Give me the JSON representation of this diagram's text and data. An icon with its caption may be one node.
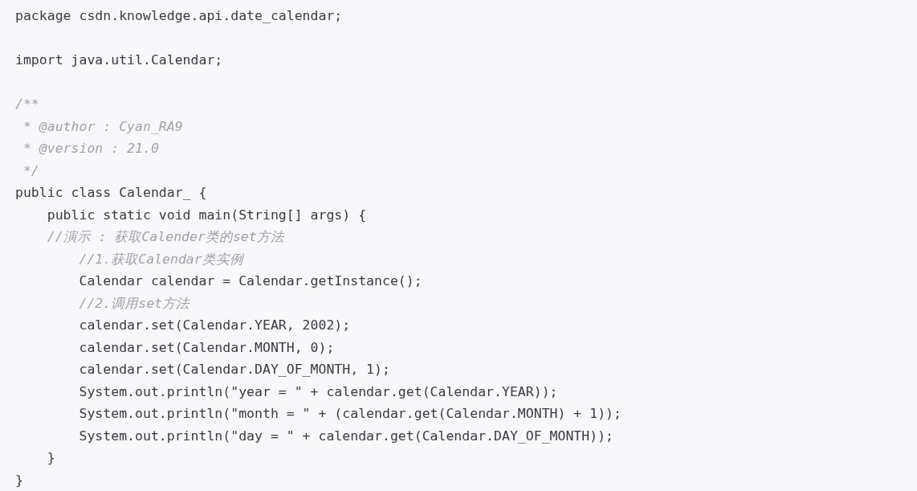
{
  "diagram": {
    "labels": [
      "package csdn.knowledge.api.date_calendar;",
      "import java.util.Calendar;",
      "/**",
      " * @author : Cyan_RA9",
      " * @version : 21.0",
      " */",
      "public class Calendar_ {",
      "    public static void main(String[] args) {",
      "    //演示 : 获取Calender类的set方法",
      "        //1.获取Calendar类实例",
      "        Calendar calendar = Calendar.getInstance();",
      "        //2.调用set方法",
      "        calendar.set(Calendar.YEAR, 2002);",
      "        calendar.set(Calendar.MONTH, 0);",
      "        calendar.set(Calendar.DAY_OF_MONTH, 1);",
      "        System.out.println(\"year = \" + calendar.get(Calendar.YEAR));",
      "        System.out.println(\"month = \" + (calendar.get(Calendar.MONTH) + 1));",
      "        System.out.println(\"day = \" + calendar.get(Calendar.DAY_OF_MONTH));",
      "    }",
      "}"
    ]
  }
}
